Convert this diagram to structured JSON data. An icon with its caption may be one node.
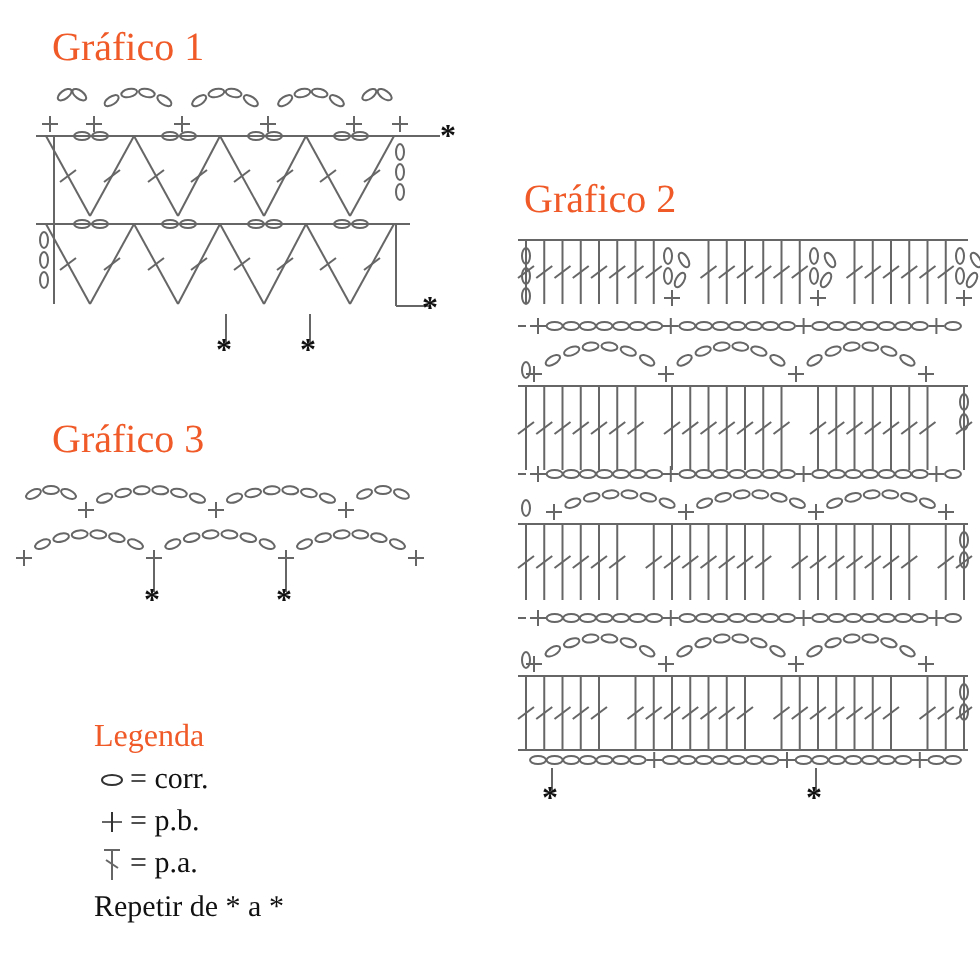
{
  "diagram": {
    "labels": [
      "Gráfico 1",
      "*",
      "*",
      "*",
      "*",
      "Gráfico 2",
      "Gráfico 3",
      "*",
      "*",
      "*",
      "*",
      "Legenda",
      "Repetir de * a *"
    ],
    "legend": [
      {
        "text": "= corr."
      },
      {
        "text": "= p.b."
      },
      {
        "text": "= p.a."
      }
    ]
  }
}
